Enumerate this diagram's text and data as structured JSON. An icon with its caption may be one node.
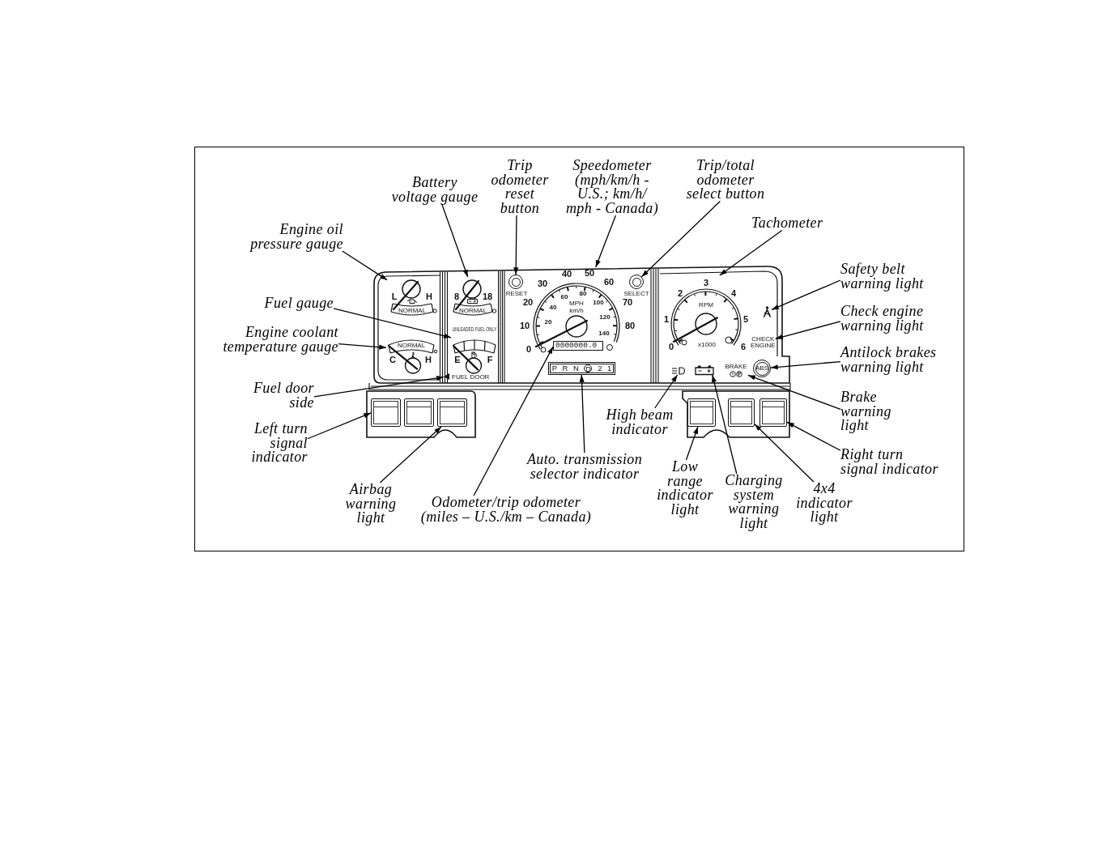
{
  "diagram": {
    "nodes": [
      {
        "text": [
          "Trip odometer reset button"
        ]
      },
      {
        "text": [
          "Speedometer (mph/km/h - U.S.; km/h/ mph - Canada)"
        ]
      },
      {
        "text": [
          "Trip/total odometer select button"
        ]
      },
      {
        "text": [
          "Battery voltage gauge"
        ]
      },
      {
        "text": [
          "Tachometer"
        ]
      },
      {
        "text": [
          "Engine oil pressure gauge"
        ]
      },
      {
        "text": [
          "Safety belt warning light"
        ]
      },
      {
        "text": [
          "Fuel gauge"
        ]
      },
      {
        "text": [
          "Check engine warning light"
        ]
      },
      {
        "text": [
          "Engine coolant temperature gauge"
        ]
      },
      {
        "text": [
          "Antilock brakes warning light"
        ]
      },
      {
        "text": [
          "Fuel door side"
        ]
      },
      {
        "text": [
          "Brake warning light"
        ]
      },
      {
        "text": [
          "High beam indicator"
        ]
      },
      {
        "text": [
          "Left turn signal indicator"
        ]
      },
      {
        "text": [
          "Right turn signal indicator"
        ]
      },
      {
        "text": [
          "Auto. transmission selector indicator"
        ]
      },
      {
        "text": [
          "Low range indicator light"
        ]
      },
      {
        "text": [
          "Charging system warning light"
        ]
      },
      {
        "text": [
          "4x4 indicator light"
        ]
      },
      {
        "text": [
          "Airbag warning light"
        ]
      },
      {
        "text": [
          "Odometer/trip odometer (miles – U.S./km – Canada)"
        ]
      },
      {
        "text": [
          "L",
          "H",
          "NORMAL"
        ]
      },
      {
        "text": [
          "NORMAL",
          "C",
          "H"
        ]
      },
      {
        "text": [
          "8",
          "18",
          "NORMAL"
        ]
      },
      {
        "text": [
          "E",
          "F"
        ]
      },
      {
        "text": [],
        "shape": "triangle",
        "beside": [
          "FUEL DOOR"
        ]
      },
      {
        "text": [],
        "shape": "circle",
        "beside": [
          "RESET"
        ]
      },
      {
        "text": [
          "0",
          "10",
          "20",
          "30",
          "40",
          "50",
          "60",
          "70",
          "80",
          "20",
          "40",
          "60",
          "80",
          "100",
          "120",
          "140",
          "MPH",
          "km/h"
        ]
      },
      {
        "text": [
          "0000000.0"
        ],
        "in": 28
      },
      {
        "text": [
          "P R N D 2 1"
        ]
      },
      {
        "text": [],
        "shape": "circle",
        "beside": [
          "SELECT"
        ]
      },
      {
        "text": [
          "0",
          "1",
          "2",
          "3",
          "4",
          "5",
          "6",
          "RPM",
          "x1000"
        ]
      },
      {
        "text": [],
        "shape": "picture"
      },
      {
        "text": [],
        "shape": "picture"
      },
      {
        "text": [
          "BRAKE"
        ]
      },
      {
        "text": [
          "ABS"
        ]
      },
      {
        "text": [
          "CHECK ENGINE"
        ]
      },
      {
        "text": [],
        "shape": "picture"
      },
      {
        "text": [],
        "shape": "box"
      },
      {
        "text": [],
        "shape": "box"
      },
      {
        "text": [],
        "shape": "box"
      },
      {
        "text": [],
        "shape": "box"
      },
      {
        "text": [],
        "shape": "box"
      },
      {
        "text": [],
        "shape": "box"
      }
    ],
    "edges": [
      {
        "from": 0,
        "to": 27,
        "arrow": "to"
      },
      {
        "from": 1,
        "to": 28,
        "arrow": "to"
      },
      {
        "from": 2,
        "to": 31,
        "arrow": "to"
      },
      {
        "from": 3,
        "to": 24,
        "arrow": "to"
      },
      {
        "from": 4,
        "to": 32,
        "arrow": "to"
      },
      {
        "from": 5,
        "to": 22,
        "arrow": "to"
      },
      {
        "from": 6,
        "to": 38,
        "arrow": "to"
      },
      {
        "from": 7,
        "to": 25,
        "arrow": "to"
      },
      {
        "from": 8,
        "to": 37,
        "arrow": "to"
      },
      {
        "from": 9,
        "to": 23,
        "arrow": "to"
      },
      {
        "from": 10,
        "to": 36,
        "arrow": "to"
      },
      {
        "from": 11,
        "to": 26,
        "arrow": "to"
      },
      {
        "from": 12,
        "to": 35,
        "arrow": "to"
      },
      {
        "from": 13,
        "to": 33,
        "arrow": "to"
      },
      {
        "from": 14,
        "to": 39,
        "arrow": "to"
      },
      {
        "from": 15,
        "to": 44,
        "arrow": "to"
      },
      {
        "from": 16,
        "to": 30,
        "arrow": "to"
      },
      {
        "from": 17,
        "to": 42,
        "arrow": "to"
      },
      {
        "from": 18,
        "to": 34,
        "arrow": "to"
      },
      {
        "from": 19,
        "to": 43,
        "arrow": "to"
      },
      {
        "from": 20,
        "to": 41,
        "arrow": "to"
      },
      {
        "from": 21,
        "to": 29,
        "arrow": "to"
      }
    ],
    "labels": [
      "UNLEADED FUEL ONLY"
    ]
  }
}
